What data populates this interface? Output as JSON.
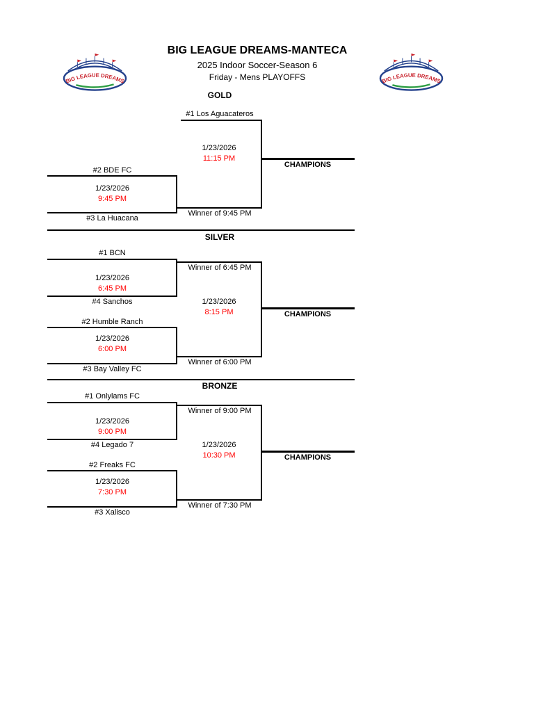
{
  "header": {
    "title": "BIG LEAGUE DREAMS-MANTECA",
    "season": "2025 Indoor Soccer-Season 6",
    "division": "Friday - Mens PLAYOFFS"
  },
  "logo": {
    "text": "BIG LEAGUE DREAMS"
  },
  "colors": {
    "time_red": "#FF0000",
    "line_black": "#000000",
    "logo_navy": "#24418C",
    "logo_red": "#C8202A",
    "logo_green": "#2E9E44"
  },
  "brackets": [
    {
      "name": "GOLD",
      "top_seed": "#1 Los Aguacateros",
      "final": {
        "date": "1/23/2026",
        "time": "11:15 PM"
      },
      "semi": {
        "top": "#2 BDE FC",
        "bottom": "#3 La Huacana",
        "date": "1/23/2026",
        "time": "9:45 PM",
        "winner_label": "Winner of 9:45 PM"
      },
      "champions_label": "CHAMPIONS"
    },
    {
      "name": "SILVER",
      "semi1": {
        "top": "#1 BCN",
        "bottom": "#4 Sanchos",
        "date": "1/23/2026",
        "time": "6:45 PM",
        "winner_label": "Winner of 6:45 PM"
      },
      "semi2": {
        "top": "#2 Humble Ranch",
        "bottom": "#3 Bay Valley FC",
        "date": "1/23/2026",
        "time": "6:00 PM",
        "winner_label": "Winner of 6:00 PM"
      },
      "final": {
        "date": "1/23/2026",
        "time": "8:15 PM"
      },
      "champions_label": "CHAMPIONS"
    },
    {
      "name": "BRONZE",
      "semi1": {
        "top": "#1 Onlylams FC",
        "bottom": "#4 Legado 7",
        "date": "1/23/2026",
        "time": "9:00 PM",
        "winner_label": "Winner of 9:00 PM"
      },
      "semi2": {
        "top": "#2 Freaks FC",
        "bottom": "#3 Xalisco",
        "date": "1/23/2026",
        "time": "7:30 PM",
        "winner_label": "Winner of 7:30 PM"
      },
      "final": {
        "date": "1/23/2026",
        "time": "10:30 PM"
      },
      "champions_label": "CHAMPIONS"
    }
  ]
}
